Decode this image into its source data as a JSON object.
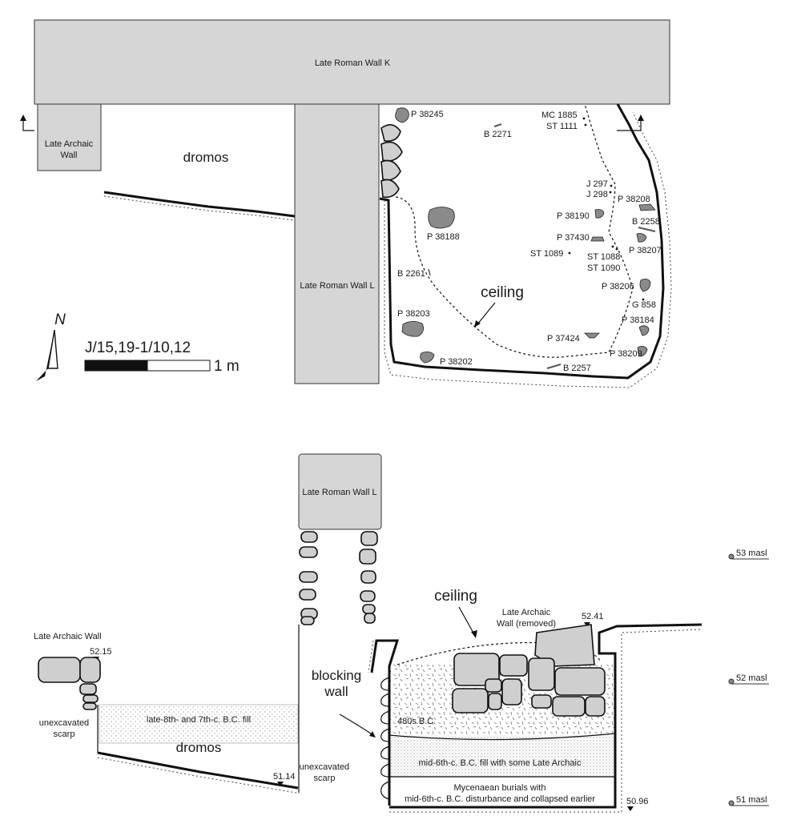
{
  "plan": {
    "wall_k": "Late Roman Wall K",
    "wall_l": "Late Roman Wall L",
    "archaic_wall": [
      "Late Archaic",
      "Wall"
    ],
    "dromos": "dromos",
    "ceiling": "ceiling",
    "grid_ref": "J/15,19-1/10,12",
    "scale_label": "1 m",
    "north": "N",
    "finds": [
      "P 38245",
      "B 2271",
      "MC 1885",
      "ST 1111",
      "J 297",
      "J 298",
      "P 38208",
      "P 38190",
      "B 2258",
      "P 38188",
      "P 37430",
      "P 38207",
      "ST 1089",
      "ST 1088",
      "ST 1090",
      "B 2261",
      "P 38206",
      "G 858",
      "P 38203",
      "P 38184",
      "P 37424",
      "P 38209",
      "P 38202",
      "B 2257"
    ]
  },
  "section": {
    "wall_l": "Late Roman Wall L",
    "archaic_wall": "Late Archaic Wall",
    "archaic_removed": [
      "Late Archaic",
      "Wall (removed)"
    ],
    "ceiling": "ceiling",
    "blocking_wall": [
      "blocking",
      "wall"
    ],
    "elev_5215": "52.15",
    "elev_5241": "52.41",
    "elev_5114": "51.14",
    "elev_5096": "50.96",
    "scarp_left": [
      "unexcavated",
      "scarp"
    ],
    "scarp_mid": [
      "unexcavated",
      "scarp"
    ],
    "fill_dromos": "late-8th- and 7th-c. B.C. fill",
    "dromos": "dromos",
    "layer_480": "480s B.C.",
    "layer_mid6": "mid-6th-c. B.C. fill with some Late Archaic",
    "layer_myc": [
      "Mycenaean burials with",
      "mid-6th-c. B.C. disturbance and collapsed earlier"
    ],
    "masl": [
      "53 masl",
      "52 masl",
      "51 masl"
    ]
  }
}
